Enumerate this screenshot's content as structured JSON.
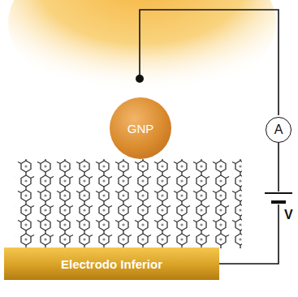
{
  "diagram": {
    "nodes": [
      {
        "text": [
          "GNP"
        ]
      },
      {
        "text": [
          "A"
        ]
      },
      {
        "text": [
          "Electrodo Inferior"
        ]
      }
    ],
    "edges": [
      {
        "from": 1,
        "to": 2,
        "arrow": "none"
      }
    ],
    "labels": [
      "V"
    ]
  }
}
